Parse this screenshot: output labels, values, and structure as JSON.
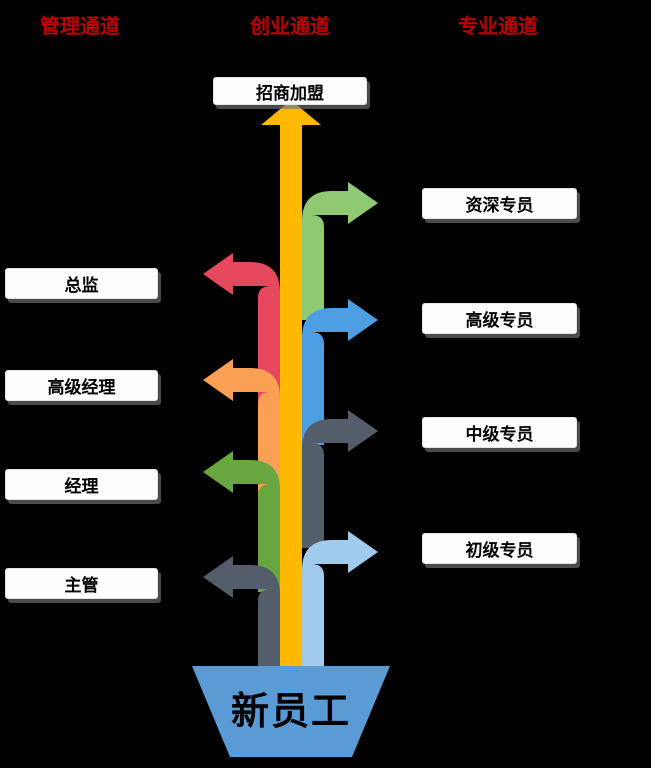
{
  "background_color": "#000000",
  "headers": {
    "color": "#C00000",
    "items": [
      {
        "label": "管理通道"
      },
      {
        "label": "创业通道"
      },
      {
        "label": "专业通道"
      }
    ]
  },
  "top_box": {
    "label": "招商加盟"
  },
  "center_arrow": {
    "name": "entrepreneurship-path",
    "color": "#FFB900"
  },
  "left_channel": {
    "items": [
      {
        "label": "总监",
        "arrow_color": "#E6495E"
      },
      {
        "label": "高级经理",
        "arrow_color": "#F9A054"
      },
      {
        "label": "经理",
        "arrow_color": "#68A63F"
      },
      {
        "label": "主管",
        "arrow_color": "#545E6B"
      }
    ]
  },
  "right_channel": {
    "items": [
      {
        "label": "资深专员",
        "arrow_color": "#8FC973"
      },
      {
        "label": "高级专员",
        "arrow_color": "#4D9EE3"
      },
      {
        "label": "中级专员",
        "arrow_color": "#545E6B"
      },
      {
        "label": "初级专员",
        "arrow_color": "#A0CBED"
      }
    ]
  },
  "funnel": {
    "label": "新员工",
    "color": "#5B9BD5"
  }
}
